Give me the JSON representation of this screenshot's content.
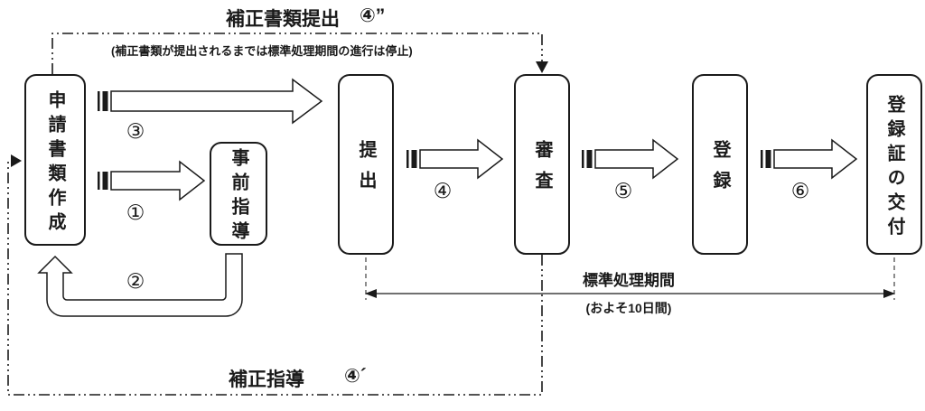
{
  "diagram": {
    "boxes": [
      {
        "label": "申請書類作成"
      },
      {
        "label": "事前指導"
      },
      {
        "label": "提出"
      },
      {
        "label": "審査"
      },
      {
        "label": "登録"
      },
      {
        "label": "登録証の交付"
      }
    ],
    "steps": {
      "step1": "①",
      "step2": "②",
      "step3": "③",
      "step4": "④",
      "step5": "⑤",
      "step6": "⑥"
    },
    "correction_submission": {
      "label": "補正書類提出",
      "step": "④”",
      "note": "(補正書類が提出されるまでは標準処理期間の進行は停止)"
    },
    "correction_guidance": {
      "label": "補正指導",
      "step": "④´"
    },
    "processing_period": {
      "label": "標準処理期間",
      "duration": "(およそ10日間)"
    },
    "colors": {
      "line": "#1a1a1a",
      "background": "#ffffff"
    }
  }
}
